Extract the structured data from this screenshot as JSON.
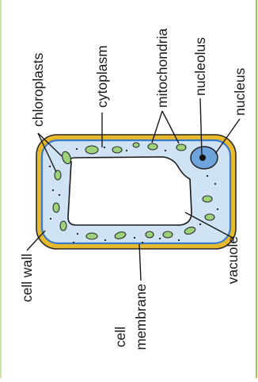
{
  "labels": {
    "chloroplasts": "chloroplasts",
    "cytoplasm": "cytoplasm",
    "mitochondria": "mitochondria",
    "nucleolus": "nucleolus",
    "nucleus": "nucleus",
    "cell_wall": "cell wall",
    "vacuole": "vacuole",
    "cell_membrane_line1": "cell",
    "cell_membrane_line2": "membrane"
  },
  "colors": {
    "frame_border": "#9bc74f",
    "cell_wall": "#e8b92a",
    "cell_membrane": "#3a7bc8",
    "cytoplasm": "#cfe3f5",
    "vacuole": "#ffffff",
    "organelle": "#9ed27a",
    "nucleus": "#6fa3dc",
    "nucleolus": "#111111"
  }
}
